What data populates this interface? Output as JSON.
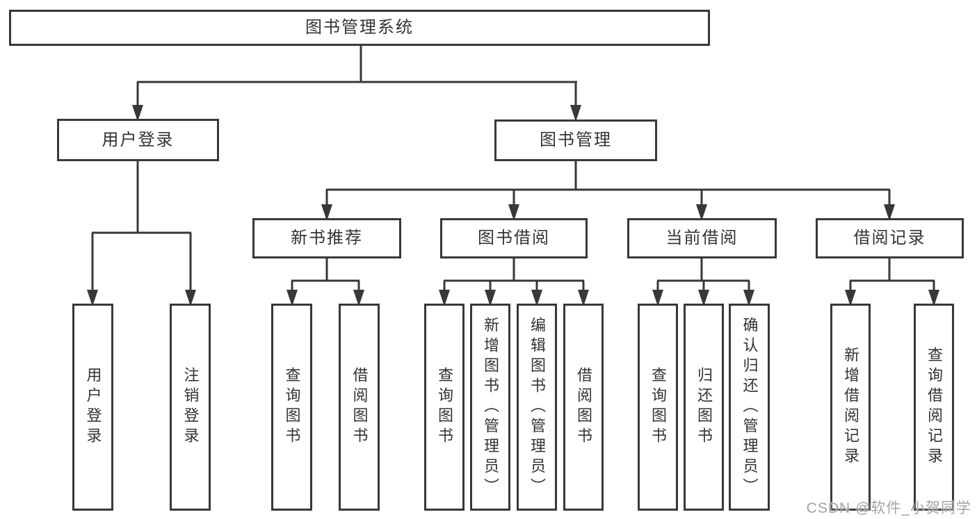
{
  "diagram": {
    "title": "图书管理系统",
    "branches": [
      {
        "label": "用户登录",
        "children": [
          {
            "label": "用户登录"
          },
          {
            "label": "注销登录"
          }
        ]
      },
      {
        "label": "图书管理",
        "children": [
          {
            "label": "新书推荐",
            "children": [
              {
                "label": "查询图书"
              },
              {
                "label": "借阅图书"
              }
            ]
          },
          {
            "label": "图书借阅",
            "children": [
              {
                "label": "查询图书"
              },
              {
                "label": "新增图书（管理员）"
              },
              {
                "label": "编辑图书（管理员）"
              },
              {
                "label": "借阅图书"
              }
            ]
          },
          {
            "label": "当前借阅",
            "children": [
              {
                "label": "查询图书"
              },
              {
                "label": "归还图书"
              },
              {
                "label": "确认归还（管理员）"
              }
            ]
          },
          {
            "label": "借阅记录",
            "children": [
              {
                "label": "新增借阅记录"
              },
              {
                "label": "查询借阅记录"
              }
            ]
          }
        ]
      }
    ]
  },
  "watermark": {
    "text": "CSDN @软件_小贺同学"
  },
  "colors": {
    "line": "#383838",
    "text": "#333333",
    "node_background": "#ffffff",
    "watermark": "#a3a3a3",
    "background": "#ffffff"
  }
}
